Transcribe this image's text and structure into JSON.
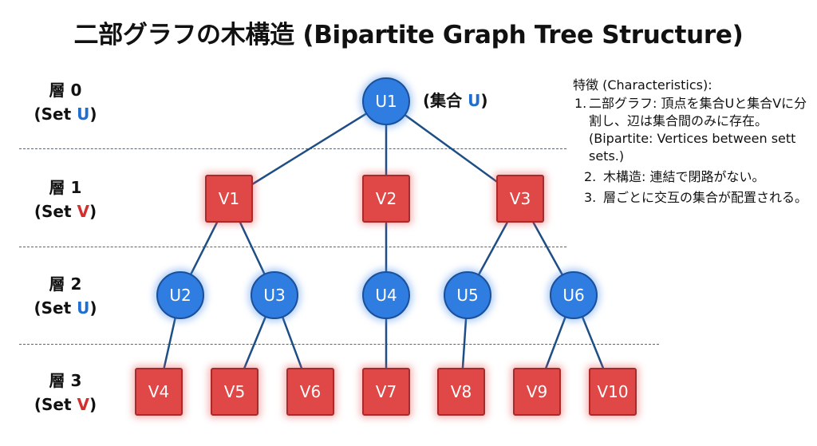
{
  "title": "二部グラフの木構造 (Bipartite Graph Tree Structure)",
  "layers": [
    {
      "name": "層 0",
      "set_prefix": "(Set ",
      "set_letter": "U",
      "set_suffix": ")"
    },
    {
      "name": "層 1",
      "set_prefix": "(Set ",
      "set_letter": "V",
      "set_suffix": ")"
    },
    {
      "name": "層 2",
      "set_prefix": "(Set ",
      "set_letter": "U",
      "set_suffix": ")"
    },
    {
      "name": "層 3",
      "set_prefix": "(Set ",
      "set_letter": "V",
      "set_suffix": ")"
    }
  ],
  "root_set_note": {
    "prefix": "(集合 ",
    "letter": "U",
    "suffix": ")"
  },
  "nodes": {
    "u1": "U1",
    "v1": "V1",
    "v2": "V2",
    "v3": "V3",
    "u2": "U2",
    "u3": "U3",
    "u4": "U4",
    "u5": "U5",
    "u6": "U6",
    "v4": "V4",
    "v5": "V5",
    "v6": "V6",
    "v7": "V7",
    "v8": "V8",
    "v9": "V9",
    "v10": "V10"
  },
  "edges": [
    [
      "U1",
      "V1"
    ],
    [
      "U1",
      "V2"
    ],
    [
      "U1",
      "V3"
    ],
    [
      "V1",
      "U2"
    ],
    [
      "V1",
      "U3"
    ],
    [
      "V2",
      "U4"
    ],
    [
      "V3",
      "U5"
    ],
    [
      "V3",
      "U6"
    ],
    [
      "U2",
      "V4"
    ],
    [
      "U3",
      "V5"
    ],
    [
      "U3",
      "V6"
    ],
    [
      "U4",
      "V7"
    ],
    [
      "U5",
      "V8"
    ],
    [
      "U6",
      "V9"
    ],
    [
      "U6",
      "V10"
    ]
  ],
  "features": {
    "heading": "特徴 (Characteristics):",
    "items": [
      {
        "num": "1.",
        "text": "二部グラフ: 頂点を集合Uと集合Vに分割し、辺は集合間のみに存在。(Bipartite: Vertices between sett sets.)"
      },
      {
        "num": "2.",
        "text": "木構造: 連結で閉路がない。"
      },
      {
        "num": "3.",
        "text": "層ごとに交互の集合が配置される。"
      }
    ]
  }
}
